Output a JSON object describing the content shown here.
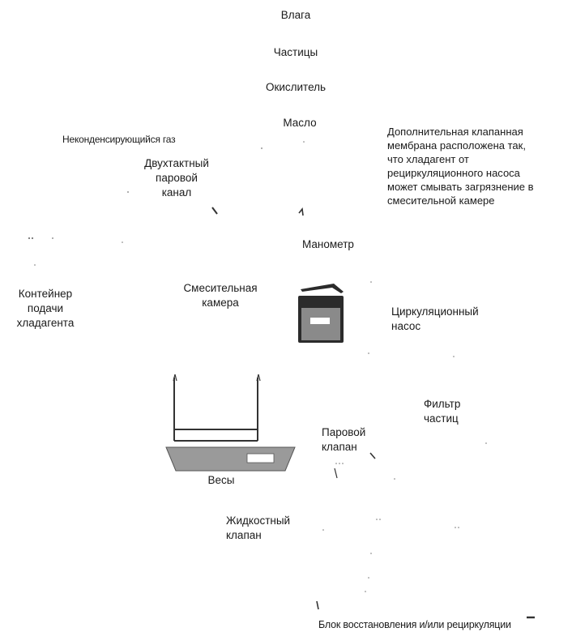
{
  "labels": {
    "moisture": "Влага",
    "particles": "Частицы",
    "oxidizer": "Окислитель",
    "oil": "Масло",
    "noncondensing_gas": "Неконденсирующийся газ",
    "additional_valve_note": "Дополнительная клапанная\nмембрана расположена так,\nчто хладагент от\nрециркуляционного насоса\nможет смывать загрязнение в\nсмесительной камере",
    "two_stroke_vapor_channel": "Двухтактный\nпаровой\nканал",
    "manometer": "Манометр",
    "refrigerant_supply_container": "Контейнер\nподачи\nхладагента",
    "mixing_chamber": "Смесительная\nкамера",
    "circulation_pump": "Циркуляционный\nнасос",
    "particle_filter": "Фильтр\nчастиц",
    "vapor_valve": "Паровой\nклапан",
    "scales": "Весы",
    "liquid_valve": "Жидкостный\nклапан",
    "recovery_unit": "Блок восстановления и/или рециркуляции"
  },
  "colors": {
    "pump_body": "#2b2b2b",
    "pump_panel": "#8a8a8a",
    "scale_tray": "#9a9a9a",
    "line": "#333333"
  }
}
